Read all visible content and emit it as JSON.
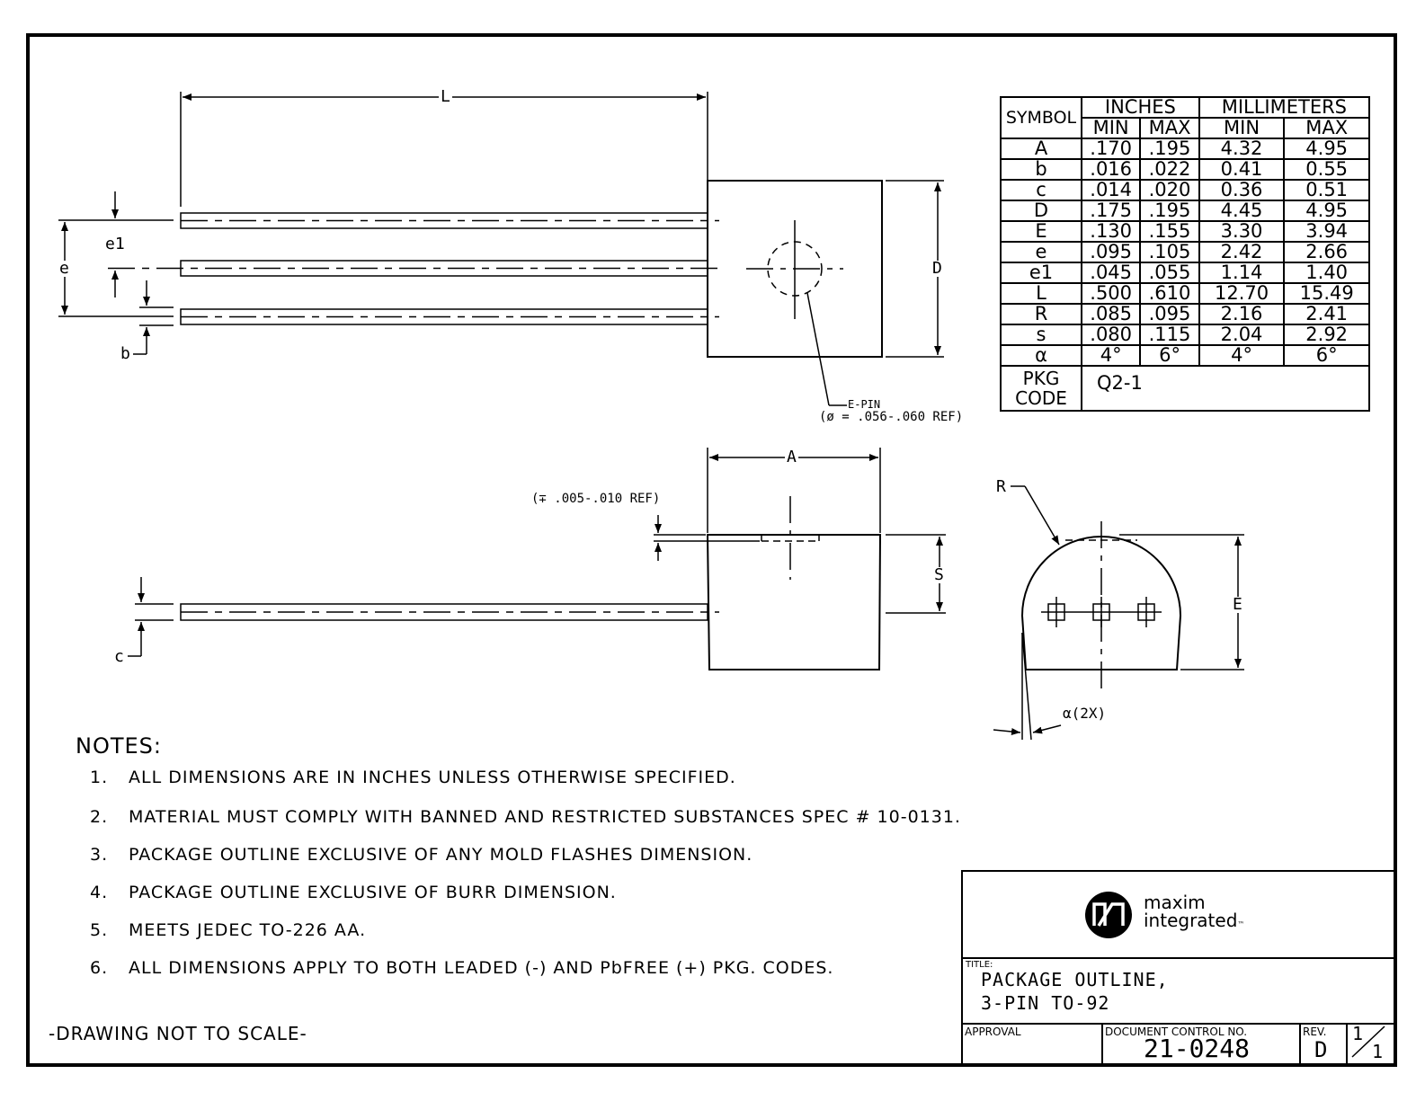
{
  "drawing": {
    "labels": {
      "L": "L",
      "D": "D",
      "A": "A",
      "S": "S",
      "E": "E",
      "R": "R",
      "e": "e",
      "e1": "e1",
      "b": "b",
      "c": "c",
      "alpha": "α(2X)",
      "epin_line1": "E-PIN",
      "epin_line2": "(ø = .056-.060 REF)",
      "depth_note": "(∓ .005-.010 REF)"
    }
  },
  "dimension_table": {
    "header": {
      "symbol": "SYMBOL",
      "inches": "INCHES",
      "millimeters": "MILLIMETERS",
      "min": "MIN",
      "max": "MAX"
    },
    "rows": [
      {
        "symbol": "A",
        "in_min": ".170",
        "in_max": ".195",
        "mm_min": "4.32",
        "mm_max": "4.95"
      },
      {
        "symbol": "b",
        "in_min": ".016",
        "in_max": ".022",
        "mm_min": "0.41",
        "mm_max": "0.55"
      },
      {
        "symbol": "c",
        "in_min": ".014",
        "in_max": ".020",
        "mm_min": "0.36",
        "mm_max": "0.51"
      },
      {
        "symbol": "D",
        "in_min": ".175",
        "in_max": ".195",
        "mm_min": "4.45",
        "mm_max": "4.95"
      },
      {
        "symbol": "E",
        "in_min": ".130",
        "in_max": ".155",
        "mm_min": "3.30",
        "mm_max": "3.94"
      },
      {
        "symbol": "e",
        "in_min": ".095",
        "in_max": ".105",
        "mm_min": "2.42",
        "mm_max": "2.66"
      },
      {
        "symbol": "e1",
        "in_min": ".045",
        "in_max": ".055",
        "mm_min": "1.14",
        "mm_max": "1.40"
      },
      {
        "symbol": "L",
        "in_min": ".500",
        "in_max": ".610",
        "mm_min": "12.70",
        "mm_max": "15.49"
      },
      {
        "symbol": "R",
        "in_min": ".085",
        "in_max": ".095",
        "mm_min": "2.16",
        "mm_max": "2.41"
      },
      {
        "symbol": "s",
        "in_min": ".080",
        "in_max": ".115",
        "mm_min": "2.04",
        "mm_max": "2.92"
      },
      {
        "symbol": "α",
        "in_min": "4°",
        "in_max": "6°",
        "mm_min": "4°",
        "mm_max": "6°"
      }
    ],
    "pkg_code_label_1": "PKG",
    "pkg_code_label_2": "CODE",
    "pkg_code_value": "Q2-1"
  },
  "notes": {
    "heading": "NOTES:",
    "items": [
      {
        "num": "1.",
        "text": "ALL DIMENSIONS ARE IN INCHES UNLESS OTHERWISE SPECIFIED."
      },
      {
        "num": "2.",
        "text": "MATERIAL MUST COMPLY WITH BANNED AND RESTRICTED SUBSTANCES SPEC # 10-0131."
      },
      {
        "num": "3.",
        "text": "PACKAGE OUTLINE EXCLUSIVE OF ANY MOLD FLASHES DIMENSION."
      },
      {
        "num": "4.",
        "text": "PACKAGE OUTLINE EXCLUSIVE OF BURR DIMENSION."
      },
      {
        "num": "5.",
        "text": "MEETS JEDEC TO-226 AA."
      },
      {
        "num": "6.",
        "text": "ALL DIMENSIONS APPLY TO BOTH LEADED (-) AND PbFREE (+) PKG. CODES."
      }
    ],
    "footer": "-DRAWING NOT TO SCALE-"
  },
  "title_block": {
    "brand_line1": "maxim",
    "brand_line2": "integrated",
    "brand_tm": "™",
    "logo_mark": "M",
    "title_label": "TITLE:",
    "title_line1": "PACKAGE OUTLINE,",
    "title_line2": "3-PIN TO-92",
    "approval_label": "APPROVAL",
    "doc_label": "DOCUMENT CONTROL NO.",
    "doc_number": "21-0248",
    "rev_label": "REV.",
    "rev_value": "D",
    "sheet_num": "1",
    "sheet_total": "1"
  }
}
